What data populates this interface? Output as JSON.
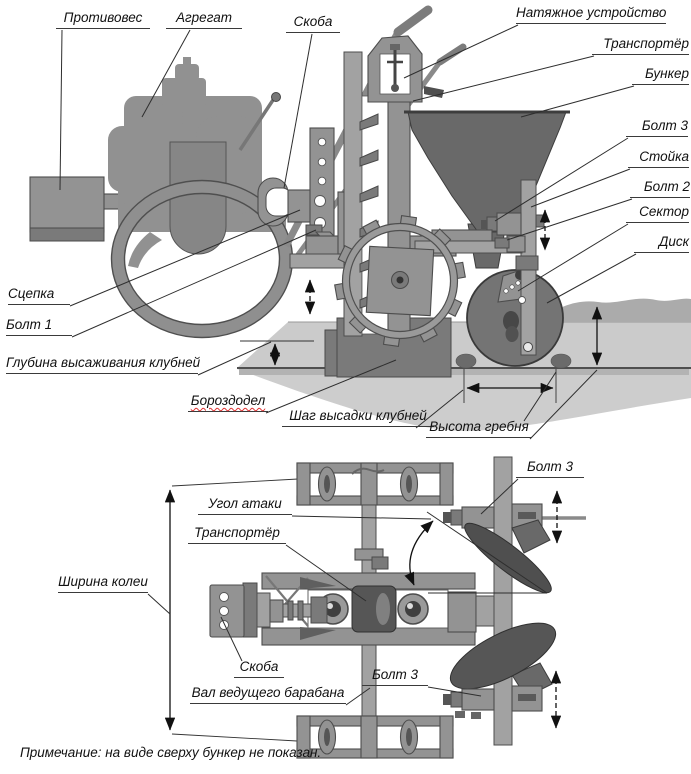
{
  "diagram": {
    "type": "technical-diagram",
    "subject": "potato planter attachment on walk-behind tractor, side view and top view",
    "language": "ru"
  },
  "labels": {
    "protivoves": "Противовес",
    "agregat": "Агрегат",
    "skoba_top": "Скоба",
    "natyazhnoe": "Натяжное устройство",
    "transporter_side": "Транспортёр",
    "bunker": "Бункер",
    "bolt3_side": "Болт 3",
    "stoyka": "Стойка",
    "bolt2": "Болт 2",
    "sektor": "Сектор",
    "disk": "Диск",
    "scepka": "Сцепка",
    "bolt1": "Болт 1",
    "glubina": "Глубина высаживания клубней",
    "borozdodel": "Бороздодел",
    "shag": "Шаг высадки клубней",
    "vysota": "Высота гребня",
    "bolt3_top_view_upper": "Болт 3",
    "ugol_ataki": "Угол атаки",
    "transporter_top": "Транспортёр",
    "shirina_kolei": "Ширина колеи",
    "skoba_bottom": "Скоба",
    "val": "Вал ведущего барабана",
    "bolt3_top_view_lower": "Болт 3",
    "note": "Примечание: на виде сверху бункер не показан."
  },
  "colors": {
    "background": "#ffffff",
    "machine": "#939393",
    "machine_dark": "#7a7a7a",
    "hopper": "#696969",
    "disk_top_view": "#565656",
    "outline": "#4d4d4d",
    "soil": "#cbcbcb",
    "soil_dark": "#ababab",
    "leader_line": "#2e2e2e",
    "dimension": "#111111",
    "label_text": "#111111",
    "spellcheck_red": "#e03030"
  }
}
